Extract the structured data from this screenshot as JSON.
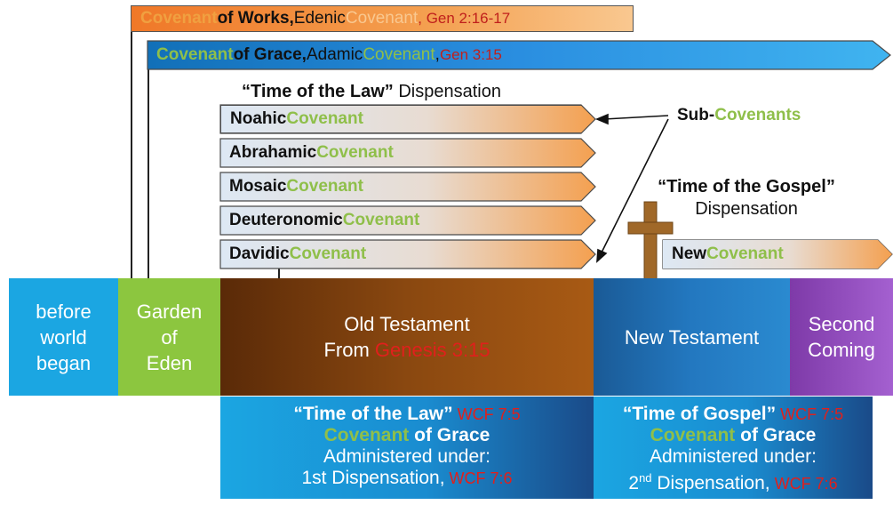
{
  "covenant_of_works": {
    "word1": "Covenant",
    "bold": " of Works,",
    "plain": " Edenic ",
    "word2": "Covenant",
    "ref": ", Gen 2:16-17"
  },
  "covenant_of_grace": {
    "word1": "Covenant",
    "bold": " of Grace,",
    "plain": " Adamic ",
    "word2": "Covenant",
    "ref_sep": " ,",
    "ref": " Gen 3:15"
  },
  "law_dispensation": {
    "quoted": "“Time of the Law”",
    "rest": " Dispensation"
  },
  "sub_covenants": [
    {
      "name": "Noahic",
      "word": " Covenant"
    },
    {
      "name": "Abrahamic",
      "word": " Covenant"
    },
    {
      "name": "Mosaic",
      "word": " Covenant"
    },
    {
      "name": "Deuteronomic",
      "word": " Covenant"
    },
    {
      "name": "Davidic",
      "word": " Covenant"
    }
  ],
  "sub_covenants_label": {
    "prefix": "Sub-",
    "word": "Covenants"
  },
  "gospel_dispensation": {
    "quoted": "“Time of the Gospel”",
    "rest": "Dispensation"
  },
  "new_covenant": {
    "name": "New",
    "word": " Covenant"
  },
  "periods": {
    "before": [
      "before",
      "world",
      "began"
    ],
    "eden": [
      "Garden",
      "of",
      "Eden"
    ],
    "old_testament": {
      "line1": "Old Testament",
      "from": "From ",
      "ref": "Genesis 3:15"
    },
    "new_testament": "New Testament",
    "second_coming": [
      "Second",
      "Coming"
    ]
  },
  "admin_law": {
    "quoted": "“Time of the Law”",
    "ref1": " WCF 7:5",
    "word": "Covenant",
    "grace": " of Grace",
    "line3": "Administered under:",
    "line4": "1st Dispensation,",
    "ref2": " WCF 7:6"
  },
  "admin_gospel": {
    "quoted": "“Time of Gospel”",
    "ref1": " WCF 7:5",
    "word": "Covenant",
    "grace": " of Grace",
    "line3": "Administered under:",
    "line4_num": "2",
    "line4_sup": "nd",
    "line4_rest": " Dispensation,",
    "ref2": " WCF 7:6"
  },
  "colors": {
    "before": "#1ba6e2",
    "eden": "#8cc63f",
    "old_testament": "#7a3a0c",
    "new_testament": "#1d6fb0",
    "second_coming": "#9c58c8",
    "admin_blue": "#1ba6e2",
    "cross": "#a06828"
  }
}
